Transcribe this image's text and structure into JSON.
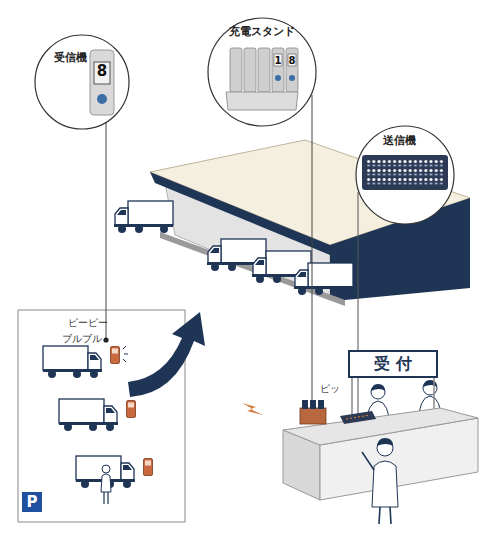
{
  "diagram": {
    "nodes": [
      {
        "text": [
          "受信機"
        ]
      },
      {
        "text": [
          "充電スタンド"
        ]
      },
      {
        "text": [
          "送信機"
        ]
      },
      {
        "text": [
          "受 付"
        ]
      },
      {
        "text": [
          "P"
        ]
      }
    ],
    "labels": [
      "8",
      "1",
      "8",
      "ピーピー",
      "ブルブル",
      "ピッ"
    ]
  }
}
